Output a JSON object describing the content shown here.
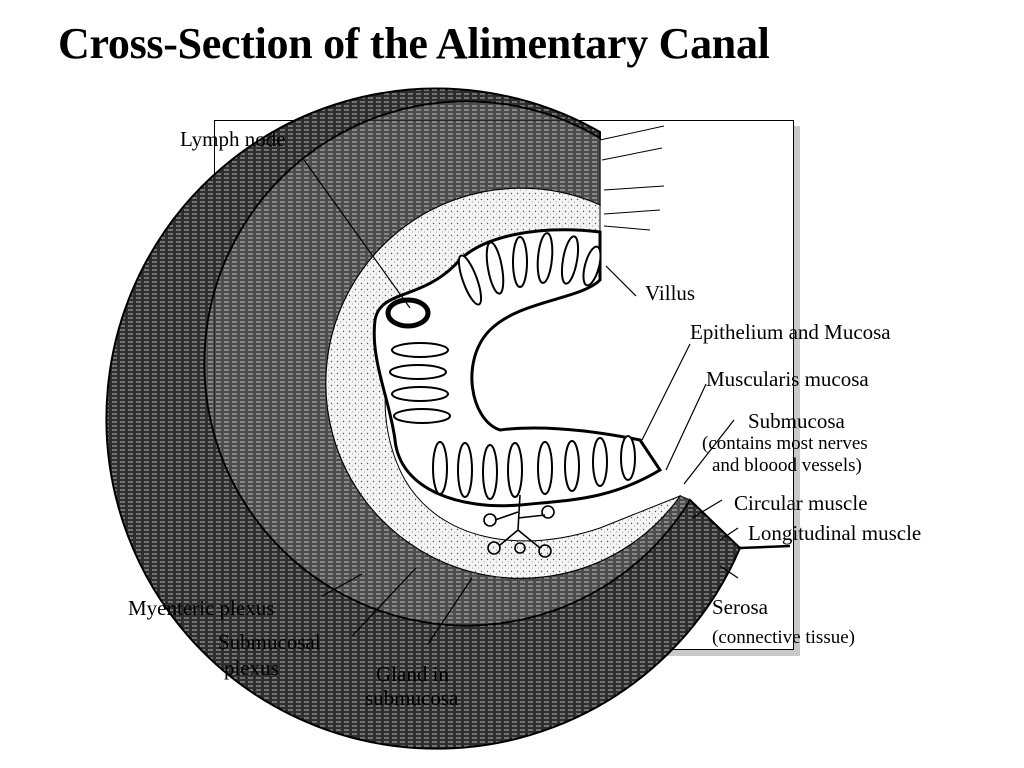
{
  "title": "Cross-Section of the Alimentary Canal",
  "labels": {
    "lymph_node": "Lymph node",
    "villus": "Villus",
    "epithelium": "Epithelium and Mucosa",
    "muscularis": "Muscularis mucosa",
    "submucosa": "Submucosa",
    "submucosa_note_1": "(contains most nerves",
    "submucosa_note_2": "and bloood vessels)",
    "circular": "Circular muscle",
    "longitudinal": "Longitudinal muscle",
    "serosa": "Serosa",
    "serosa_note": "(connective tissue)",
    "myenteric": "Myenteric plexus",
    "submucosal_1": "Submucosal",
    "submucosal_2": "plexus",
    "gland_1": "Gland in",
    "gland_2": "submucosa"
  },
  "colors": {
    "ink": "#000000",
    "shadow": "#c9c9c9",
    "tissue_light": "#f2f2f2",
    "muscle_dark": "#3a3a3a"
  }
}
